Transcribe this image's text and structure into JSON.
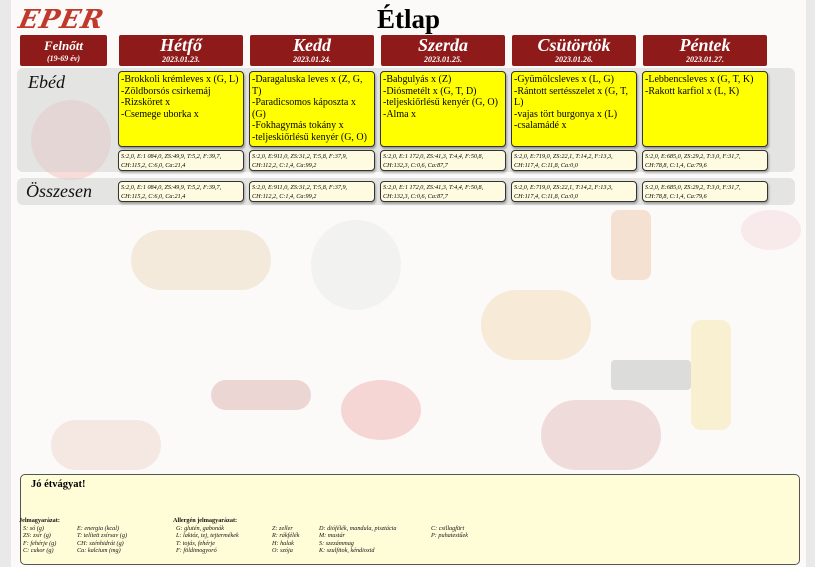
{
  "logo": "EPER",
  "title": "Étlap",
  "group": {
    "label": "Felnőtt",
    "sub": "(19-69 év)"
  },
  "days": [
    {
      "name": "Hétfő",
      "date": "2023.01.23."
    },
    {
      "name": "Kedd",
      "date": "2023.01.24."
    },
    {
      "name": "Szerda",
      "date": "2023.01.25."
    },
    {
      "name": "Csütörtök",
      "date": "2023.01.26."
    },
    {
      "name": "Péntek",
      "date": "2023.01.27."
    }
  ],
  "rows": {
    "lunch": "Ebéd",
    "total": "Összesen"
  },
  "meals": [
    [
      "-Brokkoli krémleves x (G, L)",
      "-Zöldborsós csirkemáj",
      "-Rizsköret x",
      "-Csemege uborka x"
    ],
    [
      "-Daragaluska leves x (Z, G, T)",
      "-Paradicsomos káposzta x (G)",
      "-Fokhagymás tokány x",
      "-teljeskiőrlésű kenyér (G, O)"
    ],
    [
      "-Babgulyás x (Z)",
      "-Diósmetélt x (G, T, D)",
      "-teljeskiőrlésű kenyér (G, O)",
      "-Alma x"
    ],
    [
      "-Gyümölcsleves x (L, G)",
      "-Rántott sertésszelet x (G, T, L)",
      "-vajas tört burgonya x (L)",
      "-csalamádé x"
    ],
    [
      "-Lebbencsleves x (G, T, K)",
      "-Rakott karfiol x (L, K)"
    ]
  ],
  "nutrition": [
    [
      "S:2,0, E:1 084,0, ZS:49,9, T:5,2, F:39,7,",
      "CH:115,2, C:6,0, Ca:21,4"
    ],
    [
      "S:2,0, E:911,0, ZS:31,2, T:5,8, F:37,9,",
      "CH:112,2, C:1,4, Ca:99,2"
    ],
    [
      "S:2,0, E:1 172,0, ZS:41,3, T:4,4, F:50,8,",
      "CH:132,3, C:0,6, Ca:87,7"
    ],
    [
      "S:2,0, E:719,0, ZS:22,1, T:14,2, F:13,3,",
      "CH:117,4, C:11,8, Ca:0,0"
    ],
    [
      "S:2,0, E:685,0, ZS:29,2, T:3,0, F:31,7,",
      "CH:78,8, C:1,4, Ca:79,6"
    ]
  ],
  "footer": {
    "greeting": "Jó étvágyat!",
    "symbols_title": "Jelmagyarázat:",
    "symbols": [
      [
        "S: só (g)",
        "ZS: zsír (g)",
        "F: fehérje (g)",
        "C: cukor (g)"
      ],
      [
        "E: energia (kcal)",
        "T: telített zsírsav (g)",
        "CH: szénhidrát (g)",
        "Ca: kalcium (mg)"
      ]
    ],
    "allergen_title": "Allergén jelmagyarázat:",
    "allergens": [
      [
        "G: glutén, gabonák",
        "L: laktóz, tej, tejtermékek",
        "T: tojás, fehérje",
        "F: földimogyoró"
      ],
      [
        "Z: zeller",
        "R: rákfélék",
        "H: halak",
        "O: szója"
      ],
      [
        "D: diófélék, mandula, pisztácia",
        "M: mustár",
        "S: szezámmag",
        "K: szulfitok, kéndioxid"
      ],
      [
        "C: csillagfürt",
        "P: puhatestűek"
      ]
    ]
  }
}
